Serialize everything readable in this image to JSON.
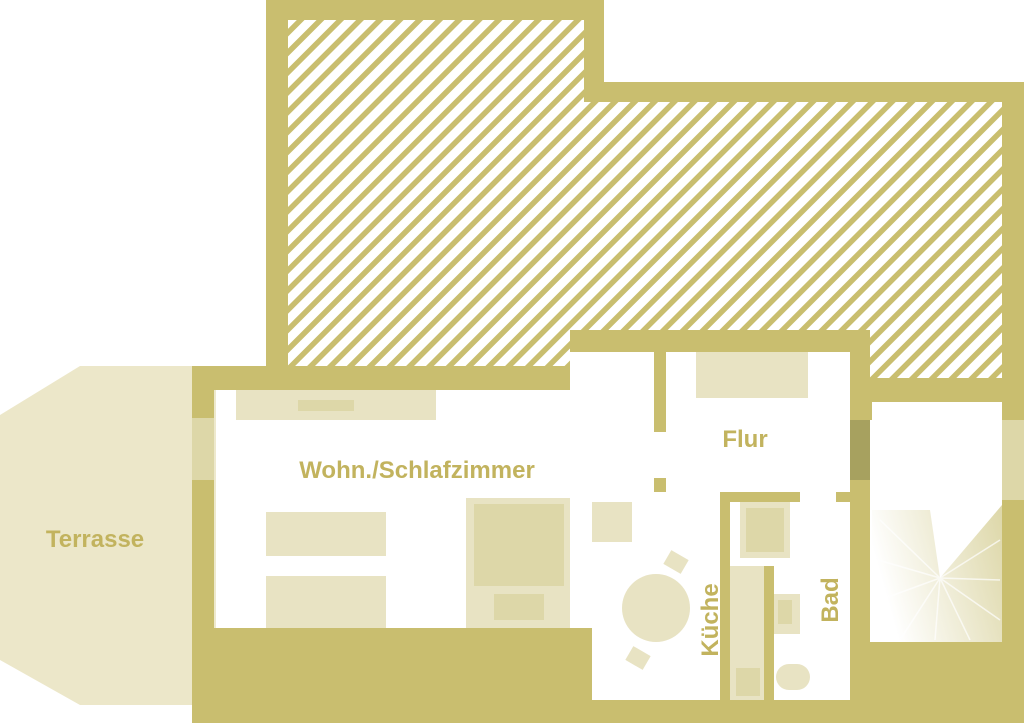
{
  "colors": {
    "wall": "#c9be6f",
    "furniture": "#e8e3c3",
    "furniture_dark": "#ddd7a8",
    "terrace": "#ece7c9",
    "label": "#c2b35e",
    "background": "#ffffff"
  },
  "rooms": {
    "terrace": "Terrasse",
    "living": "Wohn./Schlafzimmer",
    "hall": "Flur",
    "kitchen": "Küche",
    "bath": "Bad"
  },
  "areas": {
    "unused": "hatched-area"
  }
}
